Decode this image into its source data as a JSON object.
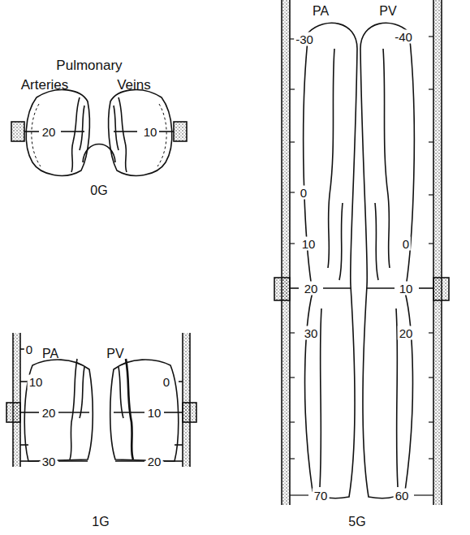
{
  "diagram": {
    "labels": [
      "Pulmonary",
      "Arteries",
      "Veins",
      "20",
      "10",
      "0G",
      "0",
      "PA",
      "PV",
      "10",
      "0",
      "20",
      "10",
      "30",
      "20",
      "1G",
      "PA",
      "PV",
      "-30",
      "-40",
      "0",
      "10",
      "0",
      "20",
      "10",
      "30",
      "20",
      "70",
      "60",
      "5G"
    ]
  }
}
